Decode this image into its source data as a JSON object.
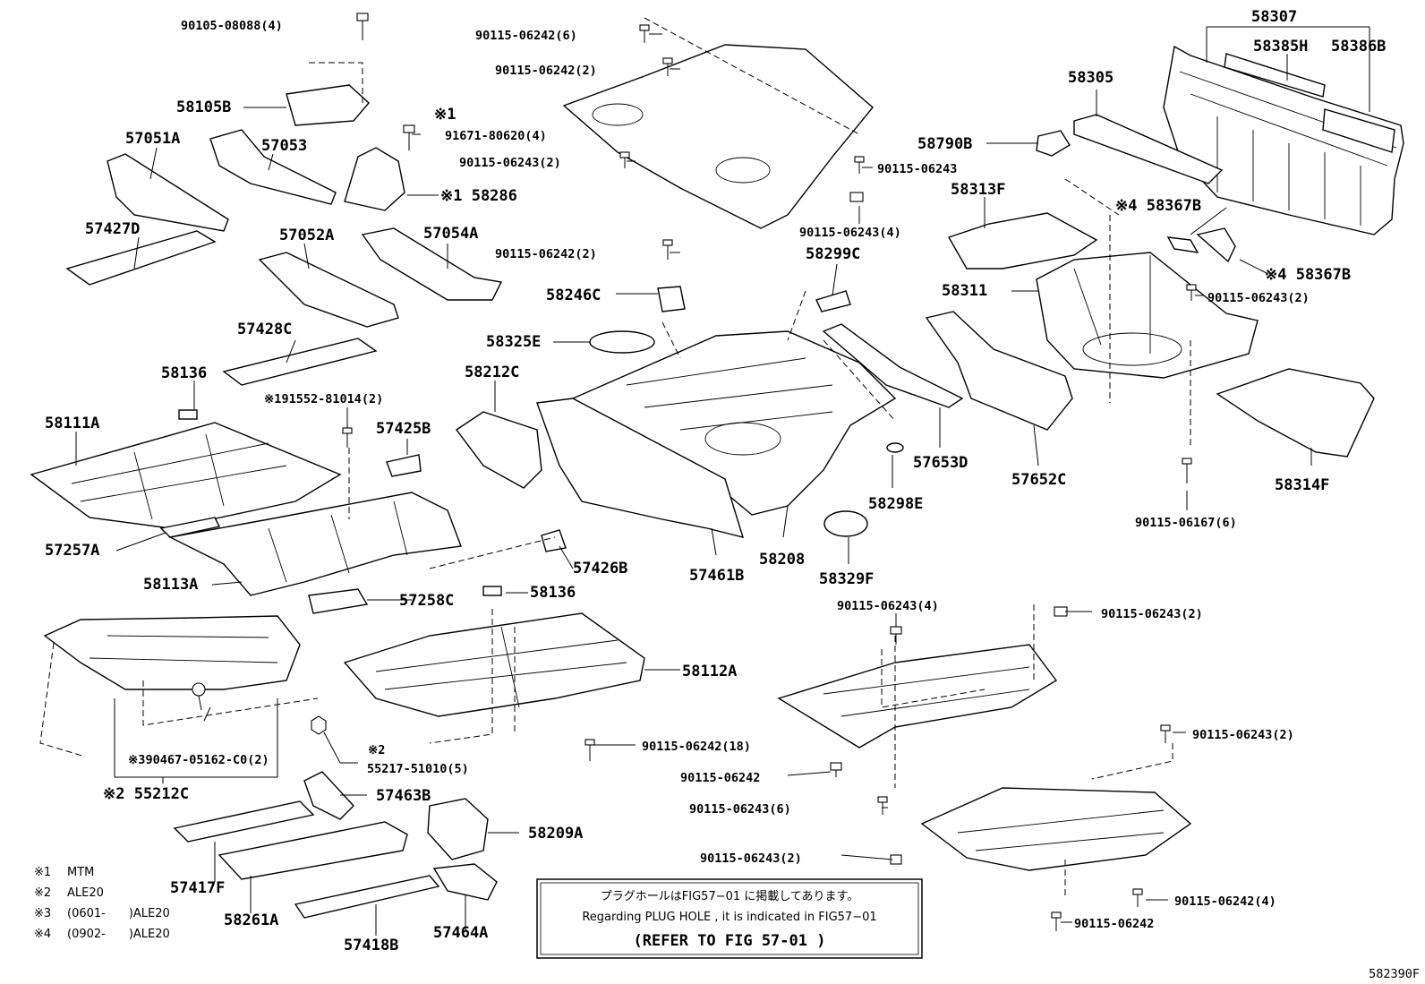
{
  "figure_code": "582390F",
  "labels": {
    "p58307": "58307",
    "p58385H": "58385H",
    "p58386B": "58386B",
    "p58305": "58305",
    "p58790B": "58790B",
    "p58313F": "58313F",
    "p58367B_1": "※4 58367B",
    "p58367B_2": "※4 58367B",
    "p58311": "58311",
    "p58314F": "58314F",
    "p57652C": "57652C",
    "p57653D": "57653D",
    "p58298E": "58298E",
    "p58299C": "58299C",
    "p58246C": "58246C",
    "p58325E": "58325E",
    "p58212C": "58212C",
    "p58208": "58208",
    "p58329F": "58329F",
    "p57461B": "57461B",
    "p57426B": "57426B",
    "p57425B": "57425B",
    "p58111A": "58111A",
    "p58136_1": "58136",
    "p58136_2": "58136",
    "p57257A": "57257A",
    "p58113A": "58113A",
    "p57258C": "57258C",
    "p58112A": "58112A",
    "p57428C": "57428C",
    "p57427D": "57427D",
    "p57051A": "57051A",
    "p57053": "57053",
    "p58105B": "58105B",
    "p57052A": "57052A",
    "p57054A": "57054A",
    "p58286": "※1 58286",
    "p55212C": "※2 55212C",
    "p57463B": "57463B",
    "p58209A": "58209A",
    "p57417F": "57417F",
    "p58261A": "58261A",
    "p57418B": "57418B",
    "p57464A": "57464A"
  },
  "fasteners": {
    "f1": "90105-08088(4)",
    "f2": "90115-06242(6)",
    "f3": "90115-06242(2)",
    "f4": "※1",
    "f4b": "91671-80620(4)",
    "f5": "90115-06243(2)",
    "f6": "90115-06243",
    "f7": "90115-06243(4)",
    "f8": "90115-06242(2)",
    "f9": "90115-06243(2)",
    "f10": "90115-06167(6)",
    "f11": "※191552-81014(2)",
    "f12": "90115-06243(4)",
    "f13": "90115-06243(2)",
    "f14": "90115-06242(18)",
    "f15": "※390467-05162-C0(2)",
    "f16": "※2",
    "f16b": "55217-51010(5)",
    "f17": "90115-06243(2)",
    "f18": "90115-06242",
    "f19": "90115-06243(6)",
    "f20": "90115-06243(2)",
    "f21": "90115-06242(4)",
    "f22": "90115-06242"
  },
  "legend": [
    {
      "mark": "※1",
      "text": "MTM"
    },
    {
      "mark": "※2",
      "text": "ALE20"
    },
    {
      "mark": "※3",
      "text": "(0601-　　)ALE20"
    },
    {
      "mark": "※4",
      "text": "(0902-　　)ALE20"
    }
  ],
  "reference_box": {
    "line1": "プラグホールはFIG57−01 に掲載してあります。",
    "line2": "Regarding PLUG HOLE , it is indicated in FIG57−01",
    "line3": "(REFER TO FIG 57-01 )"
  }
}
